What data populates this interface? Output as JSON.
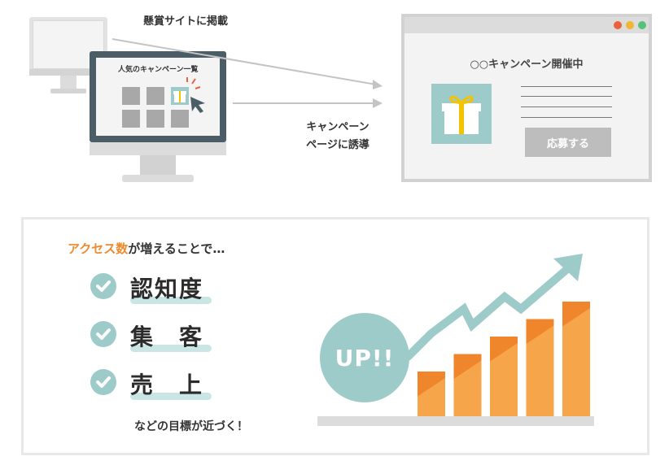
{
  "top": {
    "ad_label": "懸賞サイトに掲載",
    "popular_list_title": "人気のキャンペーン一覧",
    "lead_label_line1": "キャンペーン",
    "lead_label_line2": "ページに誘導",
    "campaign_title": "○○キャンペーン開催中",
    "apply_button": "応募する",
    "browser_dot_colors": [
      "#e8623c",
      "#f2b632",
      "#58c07a"
    ]
  },
  "bottom": {
    "headline_accent": "アクセス数",
    "headline_rest": "が増えることで…",
    "items": [
      {
        "label": "認知度"
      },
      {
        "label": "集　客"
      },
      {
        "label": "売　上"
      }
    ],
    "footer": "などの目標が近づく！",
    "up_label": "UP!!"
  },
  "chart_data": {
    "type": "bar",
    "values": [
      2,
      3,
      4,
      5,
      6
    ],
    "colors": {
      "bar": "#f7a54a",
      "bar_top": "#f0862b",
      "arrow": "#9dcbc9",
      "base": "#dcdcdc"
    }
  },
  "colors": {
    "teal": "#9dcbc9",
    "orange": "#f0892d"
  }
}
